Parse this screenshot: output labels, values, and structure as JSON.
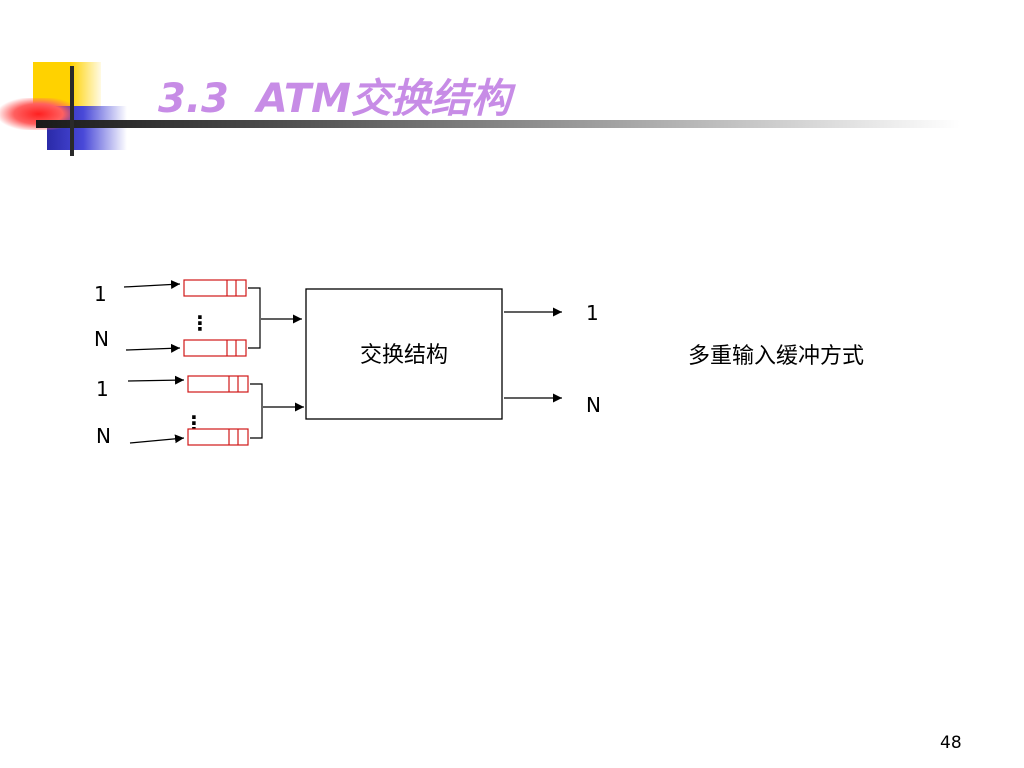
{
  "slide": {
    "title": "3.3  ATM交换结构",
    "page_number": "48",
    "note": "多重输入缓冲方式"
  },
  "diagram": {
    "switch_label": "交换结构",
    "input_groups": [
      {
        "first_label": "1",
        "last_label": "N",
        "ellipsis": "⋮"
      },
      {
        "first_label": "1",
        "last_label": "N",
        "ellipsis": "⋮"
      }
    ],
    "outputs": [
      {
        "label": "1"
      },
      {
        "label": "N"
      }
    ],
    "colors": {
      "buffer_border": "#d01818",
      "line": "#000000",
      "title": "#c78ce6"
    }
  }
}
